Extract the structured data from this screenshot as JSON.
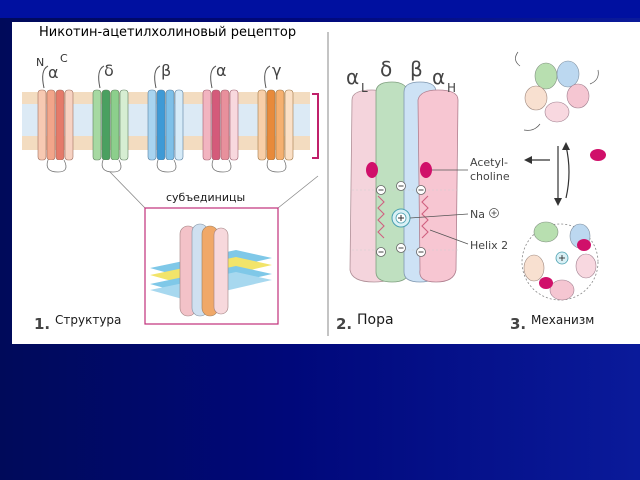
{
  "title": "Никотин-ацетилхолиновый рецептор",
  "panel1": {
    "number": "1.",
    "caption": "Структура",
    "subunits_label": "субъединицы",
    "terminal_n": "N",
    "terminal_c": "C",
    "subunit_letters": [
      "α",
      "δ",
      "β",
      "α",
      "γ"
    ],
    "subunit_colors": [
      "#f2a58a",
      "#8ccf8c",
      "#7ec0e8",
      "#e8909c",
      "#f5b070"
    ]
  },
  "panel2": {
    "number": "2.",
    "caption": "Пора",
    "subunit_letters": [
      "α",
      "δ",
      "β",
      "α"
    ],
    "subunit_subscripts": [
      "L",
      "",
      "",
      "H"
    ],
    "acetylcholine_label_1": "Acetyl-",
    "acetylcholine_label_2": "choline",
    "sodium_label": "Na",
    "helix_label": "Helix 2"
  },
  "panel3": {
    "number": "3.",
    "caption": "Механизм"
  },
  "colors": {
    "acetylcholine": "#d0106a",
    "green": "#b8dfb0",
    "blue": "#bcd8f0",
    "pink": "#f5c6d2",
    "slide_background": "#0a0a80"
  }
}
